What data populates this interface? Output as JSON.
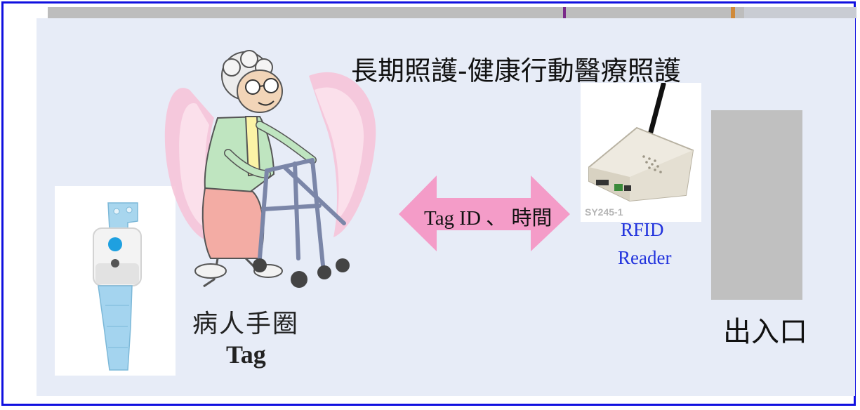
{
  "slide": {
    "title": "長期照護-健康行動醫療照護",
    "tag_label_cn": "病人手圈",
    "tag_label_en": "Tag",
    "arrow_label": "Tag ID 、 時間",
    "reader_label_line1": "RFID",
    "reader_label_line2": "Reader",
    "reader_model": "SY245-1",
    "exit_label": "出入口"
  },
  "colors": {
    "frame": "#1010e0",
    "panel": "#e7ecf7",
    "arrow": "#f49cc8",
    "reader_text": "#2233dd",
    "door": "#c0c0c0"
  },
  "icons": {
    "wristband": "wristband-tag-photo",
    "patient": "elderly-with-walker-illustration",
    "arrow": "double-headed-arrow",
    "reader": "rfid-reader-device-photo",
    "door": "exit-door-block"
  }
}
